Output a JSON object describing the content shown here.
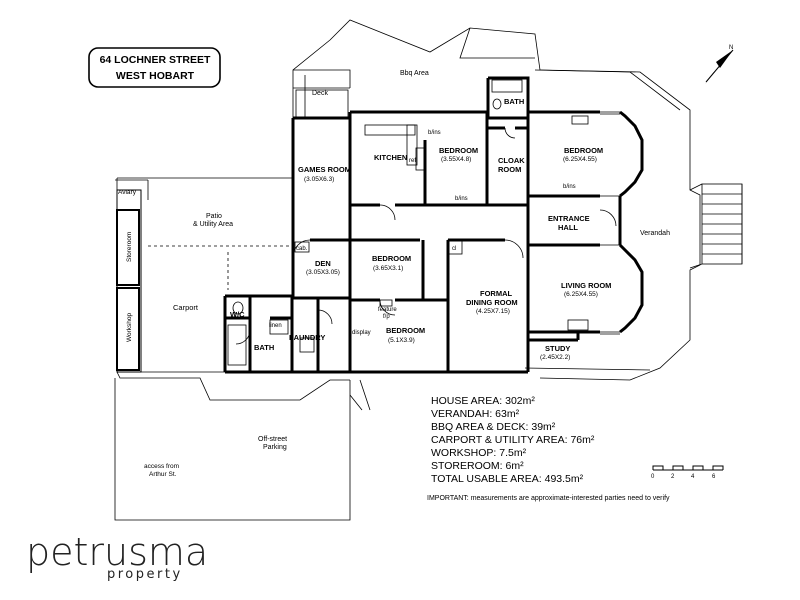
{
  "address": {
    "line1": "64 LOCHNER STREET",
    "line2": "WEST HOBART"
  },
  "rooms": {
    "bbq_area": "Bbq Area",
    "deck": "Deck",
    "bath_top": "BATH",
    "bins_kitchen": "b/ins",
    "bedroom1": {
      "name": "BEDROOM",
      "dim": "(3.55X4.8)"
    },
    "bedroom2": {
      "name": "BEDROOM",
      "dim": "(6.25X4.55)"
    },
    "kitchen": "KITCHEN",
    "ref": "ref",
    "bins_bed1": "b/ins",
    "bins_bed2": "b/ins",
    "cloak": {
      "line1": "CLOAK",
      "line2": "ROOM"
    },
    "games": {
      "name": "GAMES ROOM",
      "dim": "(3.05X6.3)"
    },
    "aviary": "Aviary",
    "patio": {
      "line1": "Patio",
      "line2": "& Utility Area"
    },
    "storeroom": "Storeroom",
    "workshop": "Workshop",
    "carport": "Carport",
    "entrance": {
      "line1": "ENTRANCE",
      "line2": "HALL"
    },
    "verandah": "Verandah",
    "cab": "cab.",
    "den": {
      "name": "DEN",
      "dim": "(3.05X3.05)"
    },
    "bedroom3": {
      "name": "BEDROOM",
      "dim": "(3.65X3.1)"
    },
    "cl": "cl",
    "formal": {
      "line1": "FORMAL",
      "line2": "DINING ROOM",
      "dim": "(4.25X7.15)"
    },
    "living": {
      "name": "LIVING ROOM",
      "dim": "(6.25X4.55)"
    },
    "wc": "W/C",
    "linen": "linen",
    "bath_lower": "BATH",
    "laundry": "LAUNDRY",
    "feature": {
      "line1": "feature",
      "line2": "f/p"
    },
    "display": "display",
    "bedroom4": {
      "name": "BEDROOM",
      "dim": "(5.1X3.9)"
    },
    "study": {
      "name": "STUDY",
      "dim": "(2.45X2.2)"
    },
    "offstreet": {
      "line1": "Off-street",
      "line2": "Parking"
    },
    "access": {
      "line1": "access from",
      "line2": "Arthur St."
    }
  },
  "areas": [
    {
      "text": "HOUSE AREA: 302m²"
    },
    {
      "text": "VERANDAH: 63m²"
    },
    {
      "text": "BBQ AREA & DECK: 39m²"
    },
    {
      "text": "CARPORT & UTILITY AREA: 76m²"
    },
    {
      "text": "WORKSHOP: 7.5m²"
    },
    {
      "text": "STOREROOM: 6m²"
    },
    {
      "text": "TOTAL USABLE AREA: 493.5m²"
    }
  ],
  "important_note": "IMPORTANT: measurements are approximate-interested parties need to verify",
  "scale_labels": [
    "0",
    "2",
    "4",
    "6"
  ],
  "north_label": "N",
  "brand": {
    "name": "petrusma",
    "sub": "property"
  }
}
